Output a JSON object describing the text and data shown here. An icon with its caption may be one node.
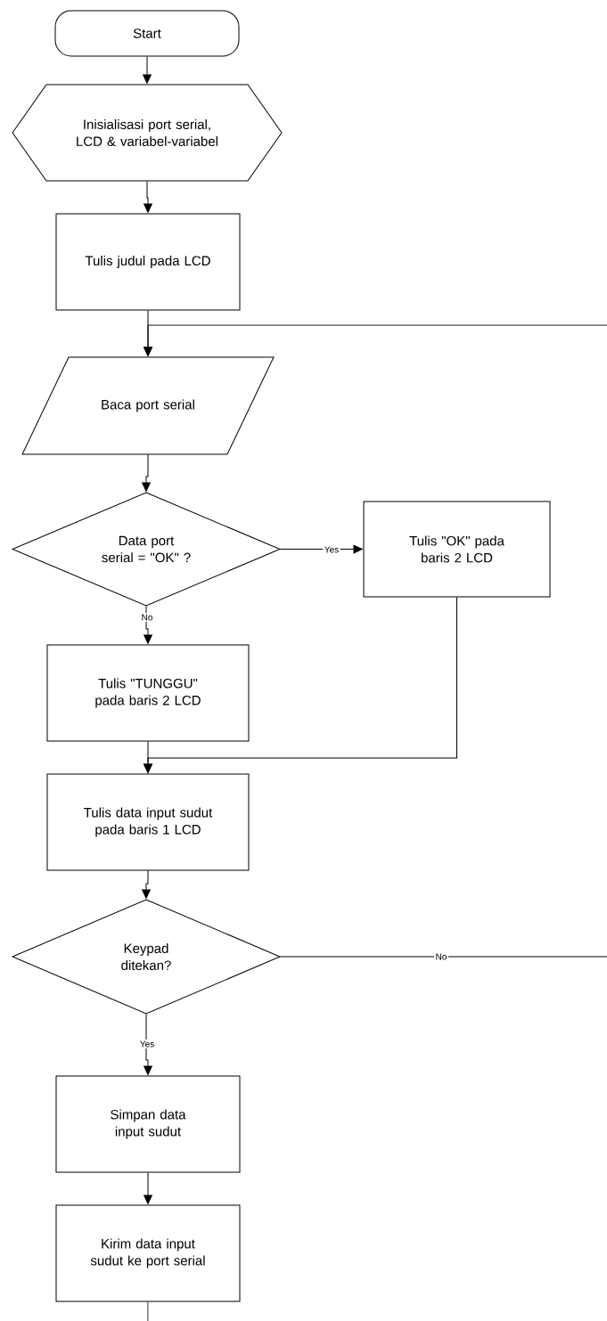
{
  "diagram": {
    "nodes": [
      {
        "text": [
          "Start"
        ]
      },
      {
        "text": [
          "Inisialisasi port serial, LCD & variabel-variabel"
        ]
      },
      {
        "text": [
          "Tulis judul pada LCD"
        ]
      },
      {
        "text": [
          "Baca port serial"
        ]
      },
      {
        "text": [
          "Data port serial = \"OK\" ?"
        ]
      },
      {
        "text": [
          "Tulis \"OK\" pada baris 2 LCD"
        ]
      },
      {
        "text": [
          "Tulis \"TUNGGU\" pada baris 2 LCD"
        ]
      },
      {
        "text": [
          "Tulis data input sudut pada baris 1 LCD"
        ]
      },
      {
        "text": [
          "Keypad ditekan?"
        ]
      },
      {
        "text": [
          "Simpan data input sudut"
        ]
      },
      {
        "text": [
          "Kirim data input sudut ke port serial"
        ]
      }
    ],
    "edges": [
      {
        "from": 0,
        "to": 1,
        "arrow": "to"
      },
      {
        "from": 1,
        "to": 2,
        "arrow": "to"
      },
      {
        "from": 2,
        "to": 3,
        "arrow": "to"
      },
      {
        "from": 3,
        "to": 4,
        "arrow": "to"
      },
      {
        "from": 4,
        "to": 5,
        "arrow": "to",
        "label": "Yes"
      },
      {
        "from": 4,
        "to": 6,
        "arrow": "to",
        "label": "No"
      },
      {
        "from": 6,
        "to": 7,
        "arrow": "to"
      },
      {
        "from": 5,
        "to": 7,
        "arrow": "to"
      },
      {
        "from": 7,
        "to": 8,
        "arrow": "to"
      },
      {
        "from": 8,
        "to": null,
        "arrow": "none",
        "label": "No"
      },
      {
        "from": null,
        "to": 3,
        "arrow": "to"
      },
      {
        "from": 8,
        "to": 9,
        "arrow": "to",
        "label": "Yes"
      },
      {
        "from": 9,
        "to": 10,
        "arrow": "to"
      },
      {
        "from": 10,
        "to": null,
        "arrow": "none"
      }
    ]
  }
}
